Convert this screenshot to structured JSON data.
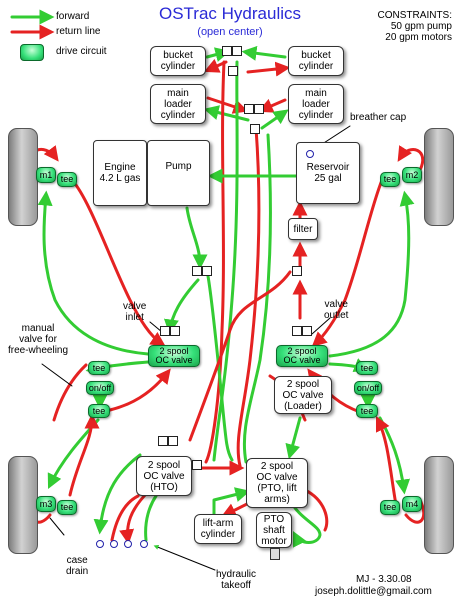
{
  "title": "OSTrac Hydraulics",
  "subtitle": "(open center)",
  "constraints": {
    "heading": "CONSTRAINTS:",
    "pump": "50 gpm pump",
    "motors": "20 gpm motors"
  },
  "legend": {
    "forward": "forward",
    "return": "return line",
    "drive": "drive circuit"
  },
  "colors": {
    "forward": "#33cc33",
    "return": "#e52222",
    "drive": "#36e07a",
    "title": "#2a2ad6"
  },
  "components": {
    "bucket_left": "bucket\ncylinder",
    "bucket_right": "bucket\ncylinder",
    "loader_left": "main\nloader\ncylinder",
    "loader_right": "main\nloader\ncylinder",
    "engine": "Engine\n4.2 L gas",
    "pump": "Pump",
    "reservoir": "Reservoir\n25 gal",
    "filter": "filter",
    "valve_left": "2 spool\nOC valve",
    "valve_right": "2 spool\nOC valve",
    "valve_loader": "2 spool\nOC valve\n(Loader)",
    "valve_hto": "2 spool\nOC valve\n(HTO)",
    "valve_pto": "2 spool\nOC valve\n(PTO, lift\narms)",
    "liftarm": "lift-arm\ncylinder",
    "pto_motor": "PTO\nshaft\nmotor"
  },
  "motors": {
    "m1": "m1",
    "m2": "m2",
    "m3": "m3",
    "m4": "m4"
  },
  "drive_parts": {
    "tee": "tee",
    "onoff": "on/off"
  },
  "annotations": {
    "breather": "breather cap",
    "valve_inlet": "valve\ninlet",
    "valve_outlet": "valve\noutlet",
    "manual_valve": "manual\nvalve for\nfree-wheeling",
    "case_drain": "case\ndrain",
    "hydraulic_takeoff": "hydraulic\ntakeoff",
    "credit": "MJ - 3.30.08",
    "email": "joseph.dolittle@gmail.com"
  }
}
